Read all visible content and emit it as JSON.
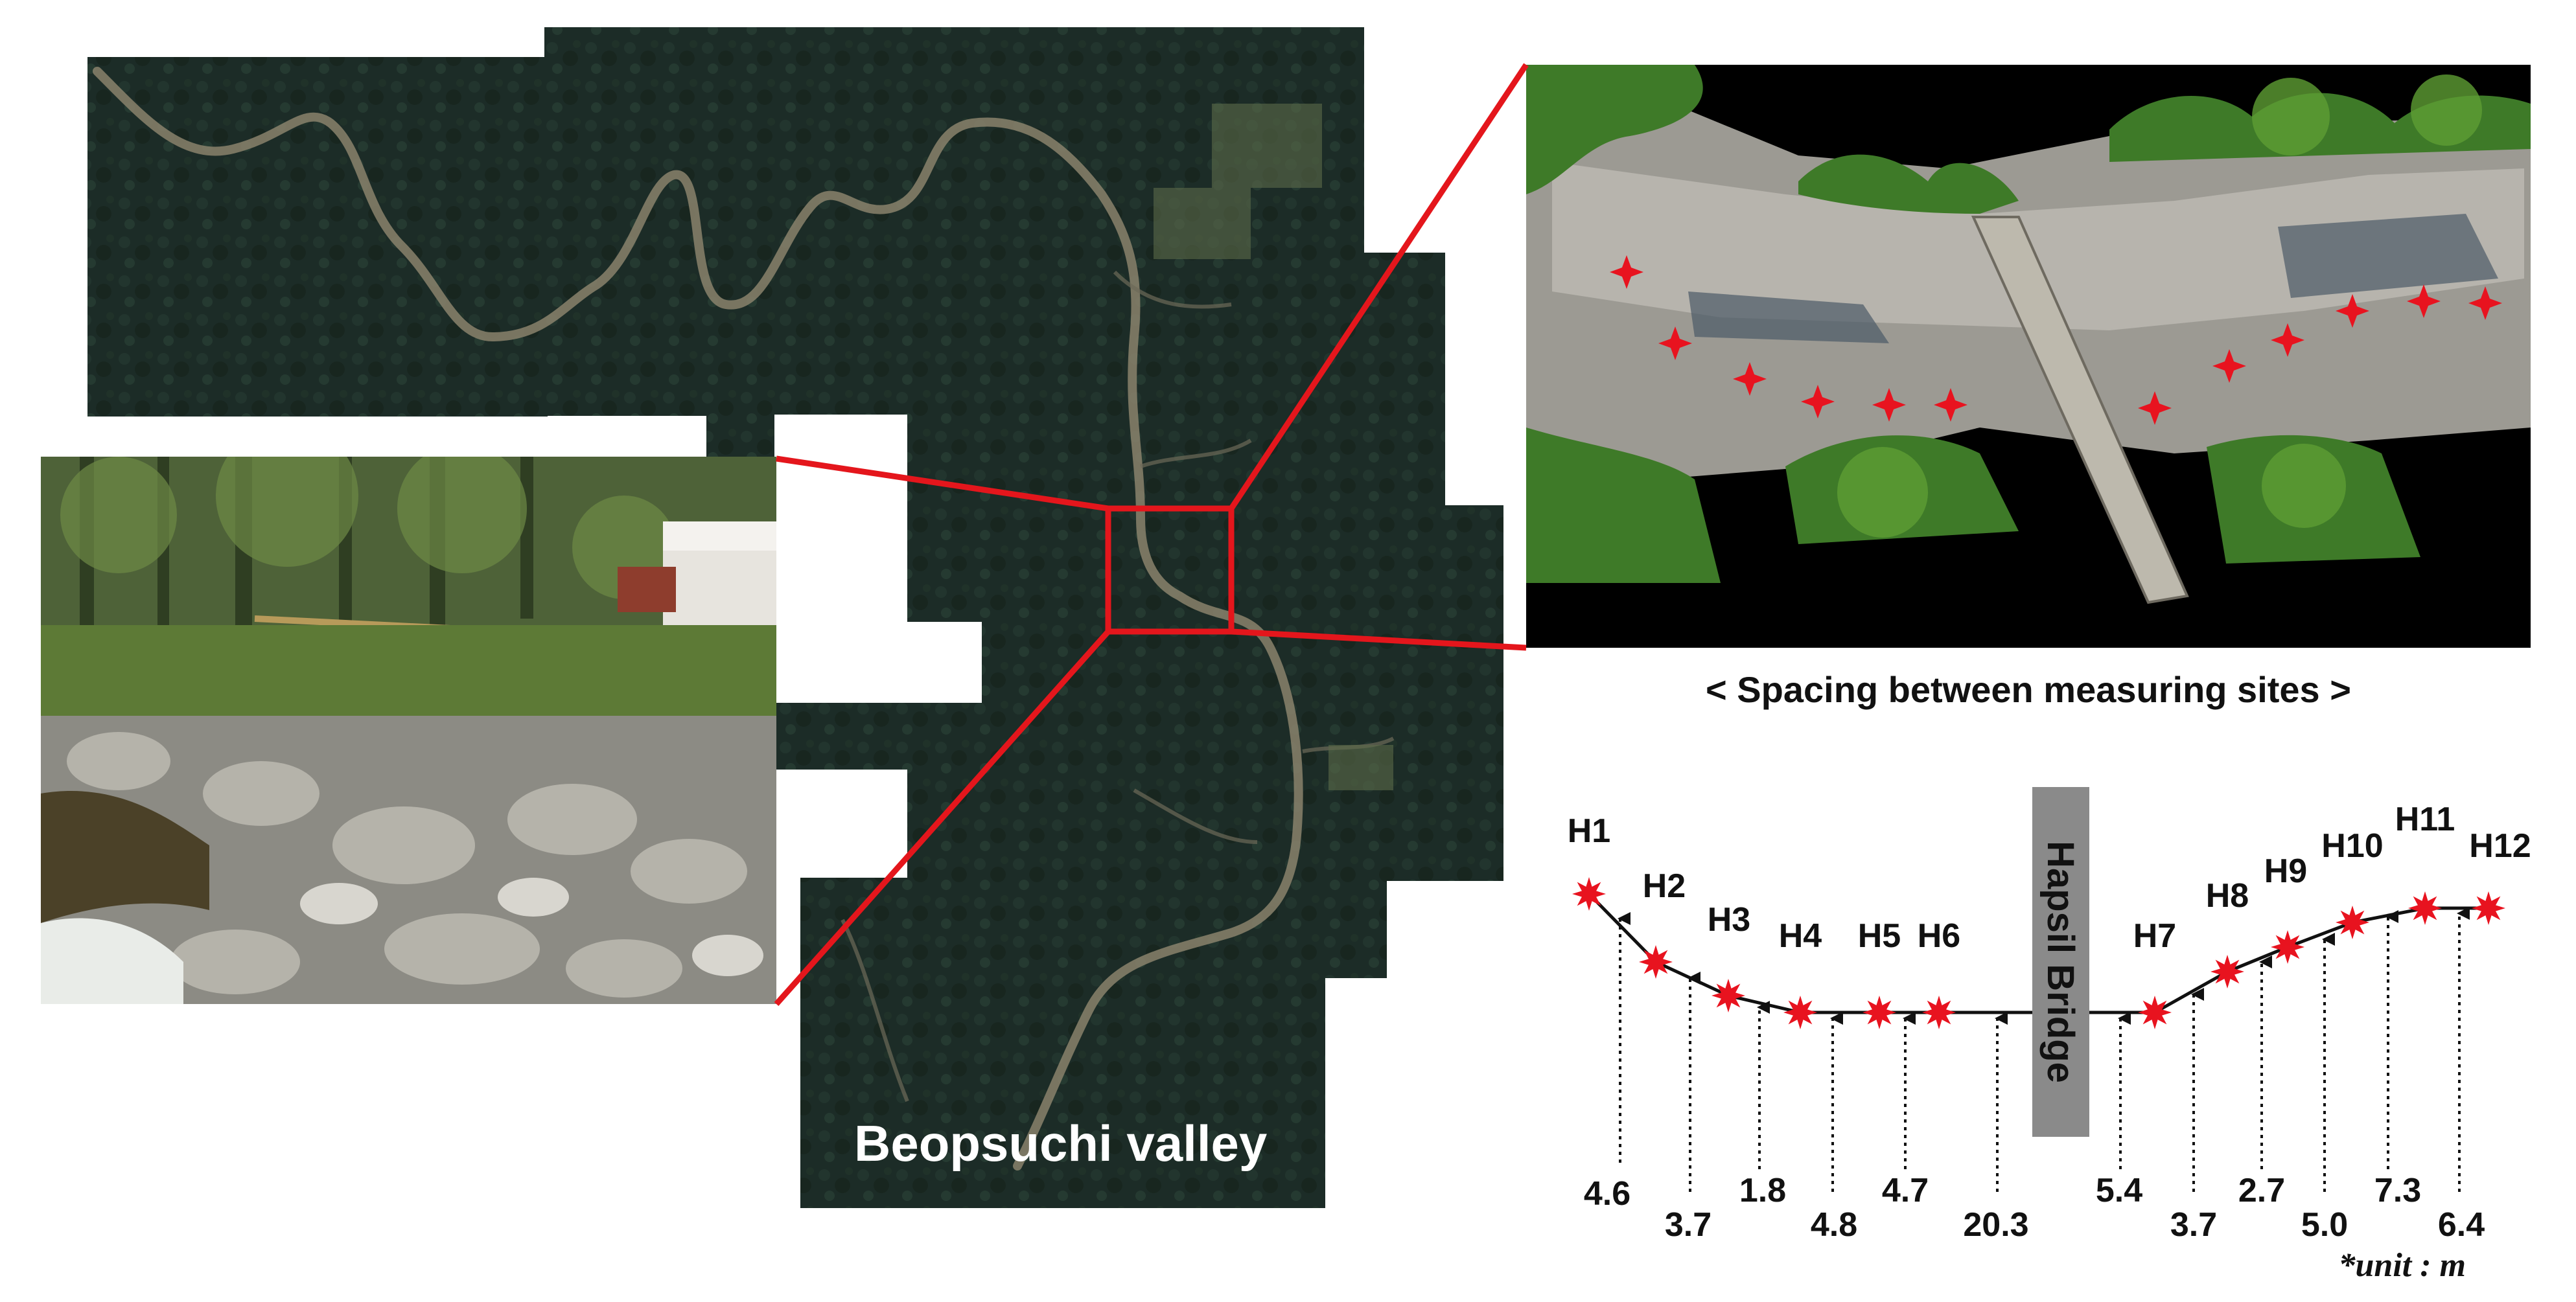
{
  "map": {
    "label": "Beopsuchi valley"
  },
  "uav": {
    "caption": "< Spacing between measuring sites >"
  },
  "profile": {
    "sites": [
      "H1",
      "H2",
      "H3",
      "H4",
      "H5",
      "H6",
      "H7",
      "H8",
      "H9",
      "H10",
      "H11",
      "H12"
    ],
    "spacings": [
      "4.6",
      "3.7",
      "1.8",
      "4.8",
      "4.7",
      "20.3",
      "5.4",
      "3.7",
      "2.7",
      "5.0",
      "7.3",
      "6.4"
    ],
    "bridge_label": "Hapsil Bridge",
    "unit_note": "*unit : m"
  },
  "colors": {
    "marker": "#e8131f",
    "callout": "#e4161c",
    "forest": "#1d2e28",
    "bridge_box": "#8a8a8a"
  }
}
